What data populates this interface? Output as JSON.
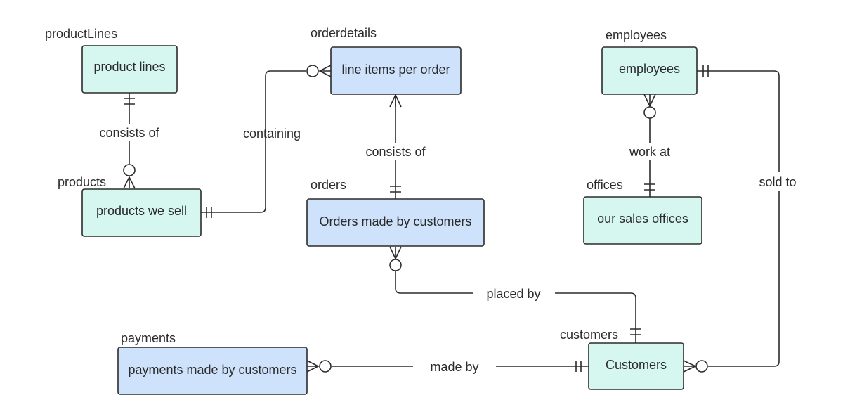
{
  "colors": {
    "mint": "#d6f7f0",
    "blue": "#cfe2fb",
    "stroke": "#2b2b2b"
  },
  "entities": [
    {
      "id": "product-lines",
      "tag": "productLines",
      "label": "product lines",
      "color": "mint"
    },
    {
      "id": "products",
      "tag": "products",
      "label": "products we sell",
      "color": "mint"
    },
    {
      "id": "orderdetails",
      "tag": "orderdetails",
      "label": "line items per order",
      "color": "blue"
    },
    {
      "id": "orders",
      "tag": "orders",
      "label": "Orders made by customers",
      "color": "blue"
    },
    {
      "id": "employees",
      "tag": "employees",
      "label": "employees",
      "color": "mint"
    },
    {
      "id": "offices",
      "tag": "offices",
      "label": "our sales offices",
      "color": "mint"
    },
    {
      "id": "payments",
      "tag": "payments",
      "label": "payments made by customers",
      "color": "blue"
    },
    {
      "id": "customers",
      "tag": "customers",
      "label": "Customers",
      "color": "mint"
    }
  ],
  "relationships": [
    {
      "id": "productlines-products",
      "label": "consists of",
      "from": "product lines",
      "from_end": "one-and-only-one",
      "to": "products we sell",
      "to_end": "zero-or-many"
    },
    {
      "id": "products-orderdetails",
      "label": "containing",
      "from": "products we sell",
      "from_end": "one-and-only-one",
      "to": "line items per order",
      "to_end": "zero-or-many"
    },
    {
      "id": "orders-orderdetails",
      "label": "consists of",
      "from": "Orders made by customers",
      "from_end": "one-and-only-one",
      "to": "line items per order",
      "to_end": "one-or-many"
    },
    {
      "id": "offices-employees",
      "label": "work at",
      "from": "our sales offices",
      "from_end": "one-and-only-one",
      "to": "employees",
      "to_end": "zero-or-many"
    },
    {
      "id": "customers-orders",
      "label": "placed by",
      "from": "Customers",
      "from_end": "one-and-only-one",
      "to": "Orders made by customers",
      "to_end": "zero-or-many"
    },
    {
      "id": "customers-payments",
      "label": "made by",
      "from": "Customers",
      "from_end": "one-and-only-one",
      "to": "payments made by customers",
      "to_end": "zero-or-many"
    },
    {
      "id": "employees-customers",
      "label": "sold to",
      "from": "employees",
      "from_end": "one-and-only-one",
      "to": "Customers",
      "to_end": "zero-or-many"
    }
  ]
}
